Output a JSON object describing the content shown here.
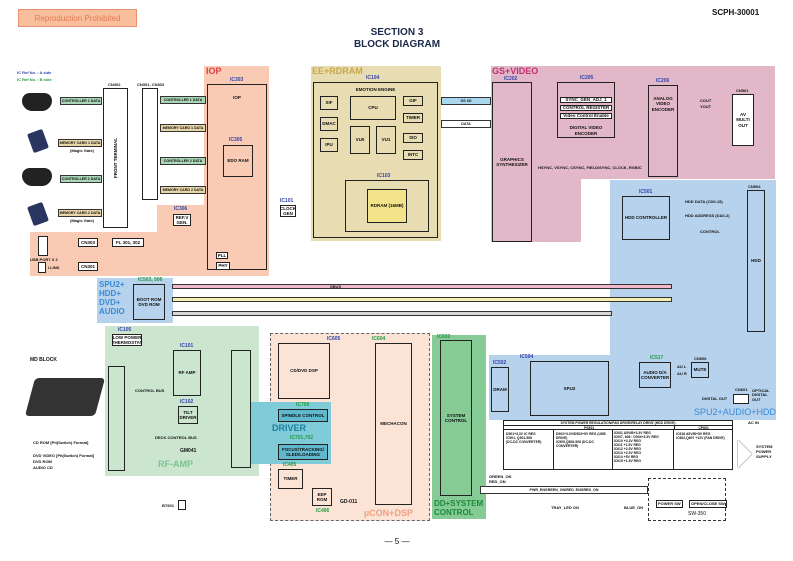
{
  "header": {
    "watermark": "Reproduction Prohibited",
    "model": "SCPH-30001",
    "section": "SECTION 3",
    "title": "BLOCK DIAGRAM",
    "ref_a": "IC Ref No. : A side",
    "ref_b": "IC Ref No. : B side",
    "page": "— 5 —"
  },
  "regions": {
    "iop": "IOP",
    "ee": "EE+RDRAM",
    "gs": "GS+VIDEO",
    "spu_hdd": "SPU2+AUDIO+HDD",
    "spu_dvd": [
      "SPU2+",
      "HDD+",
      "DVD+",
      "AUDIO"
    ],
    "rf": "RF-AMP",
    "ucon": "µCON+DSP",
    "dd": [
      "DD+SYSTEM",
      "CONTROL"
    ],
    "driver": "DRIVER",
    "md_block": "MD BLOCK"
  },
  "front": {
    "terminal": "FRONT TERMINAL",
    "cn_left": "CN302",
    "cn_right": "CN301, CN303",
    "ctrl1": "CONTROLLER 1 DATA",
    "mc1": "MEMORY CARD 1 DATA",
    "ctrl2": "CONTROLLER 2 DATA",
    "mc2": "MEMORY CARD 2 DATA",
    "magic": "(Magic Gate)",
    "usb": "USB PORT X 2",
    "ilink": "i.LINK",
    "cn303": "CN303",
    "cn301": "CN301",
    "fl": "FL 301, 302",
    "pll": "PLL",
    "phy": "PHY"
  },
  "blocks": {
    "ic303": {
      "ref": "IC303",
      "name": "IOP"
    },
    "ic305": {
      "ref": "IC305",
      "name": "EDO RAM"
    },
    "ic306": {
      "ref": "IC306",
      "name": "REF.V GEN."
    },
    "ic104": {
      "ref": "IC104",
      "name": "EMOTION ENGINE",
      "units": [
        "SIF",
        "CPU",
        "GIF",
        "DMAC",
        "TIMER",
        "IPU",
        "VU0",
        "VU1",
        "SIO",
        "INTC"
      ]
    },
    "ic103": {
      "ref": "IC103",
      "name": "RDRAM (16MB)"
    },
    "ic101c": {
      "ref": "IC101",
      "name": "CLOCK GEN"
    },
    "ic202": {
      "ref": "IC202",
      "name": "GRAPHICS SYNTHESIZER"
    },
    "ic205": {
      "ref": "IC205",
      "name": "DIGITAL VIDEO ENCODER",
      "sub": [
        "SYNC_GEN_ADJ_1",
        "CONTROL REGISTER",
        "Video Control Enable"
      ]
    },
    "ic206": {
      "ref": "IC206",
      "name": "ANALOG VIDEO ENCODER"
    },
    "cn501": {
      "ref": "CN501",
      "name": "AV MULTI OUT"
    },
    "ic501": {
      "ref": "IC501",
      "name": "HDD CONTROLLER"
    },
    "cn504": {
      "ref": "CN504",
      "name": "HDD"
    },
    "ic503": {
      "ref": "IC503, 506",
      "name": "BOOT ROM DVD ROM"
    },
    "ic105": {
      "ref": "IC105",
      "name": "LOW POWER THERMOSTAT"
    },
    "ic101r": {
      "ref": "IC101",
      "name": "RF AMP"
    },
    "ic102": {
      "ref": "IC102",
      "name": "TILT DRIVER"
    },
    "gm041": {
      "name": "GM041"
    },
    "ic605": {
      "ref": "IC605",
      "name": "CD/DVD DSP"
    },
    "ic604": {
      "ref": "IC604",
      "name": "MECHACON"
    },
    "ic700": {
      "ref": "IC700",
      "name": "SPINDLE CONTROL"
    },
    "ic701": {
      "ref": "IC701,702",
      "name": "FOCUS/TRACKING/ SLED/LOADING"
    },
    "ic405": {
      "ref": "IC405",
      "name": "TIMER"
    },
    "ic406": {
      "ref": "IC406",
      "name": "EEP ROM"
    },
    "gd011": {
      "name": "GD-011"
    },
    "ic602": {
      "ref": "IC602",
      "name": "SYSTEM CONTROL"
    },
    "ic502": {
      "ref": "IC502",
      "name": "DRAM"
    },
    "ic504": {
      "ref": "IC504",
      "name": "SPU2"
    },
    "ic517": {
      "ref": "IC517",
      "name": "AUDIO D/A CONVERTER"
    },
    "mute": {
      "ref": "CN506",
      "name": "MUTE"
    },
    "cn601": {
      "ref": "CN601",
      "name": "OPTICAL DIGITAL OUT"
    }
  },
  "signals": {
    "gs_data": "GS I/O",
    "data": "DATA",
    "sbus": "SBUS",
    "hdd_data": "HDD DATA (CD0-15)",
    "hdd_addr": "HDD ADDRESS (DA0-2)",
    "control": "CONTROL",
    "digital_out": "DIGITAL OUT",
    "control_bus": "CONTROL BUS",
    "deck_bus": "DECK CONTROL BUS",
    "sync": "HSYNC, VSYNC, CSYNC, FIELD/SYNC, CLOCK, RGB/C",
    "cout": "COUT",
    "yout": "YOUT",
    "aul": "AU L",
    "aur": "AU R",
    "ac_in": "AC IN",
    "sys_power": "SYSTEM POWER SUPPLY",
    "pwr_line": "PWR_ENGREEN_ON/RED_ENGRED_ON",
    "tray": "TRAY_LED ON",
    "blue": "BLUE_ON",
    "green": "GREEN_ON",
    "red": "RED_ON",
    "battery": "BT601",
    "md_formats": [
      "CD ROM [Pit(Switch) Format]",
      "DVD VIDEO [Pit(Switch) Format]",
      "DVD ROM",
      "AUDIO CD"
    ]
  },
  "power": {
    "title": "SYSTEM POWER REGULATION/FAN DRIVE/RELAY DRIVE (HDD DRIVE)",
    "left_hdr": "PS501",
    "right_hdr": "CP601",
    "cells": [
      "D501+3.3V IC REG",
      "IC501, Q501-508",
      "(DC-DC CONVERTER)",
      "D502+3.3V/D503+5V REG (USB DRIVE)",
      "IC505,Q506-508 (DC-DC CONVERTER)",
      "IC601 A5V/B+3.3V REG",
      "IC607, 608 : D504+3.3V REG",
      "IC610 +3.3V REG",
      "IC611 +1.5V REG",
      "IC612 +2.5V REG",
      "IC613 +2.5V REG",
      "IC614 +5V REG",
      "IC615 +1.8V REG",
      "IC616 A5V/B+5V REG",
      "IC602,Q607 +12V (FAN DRIVE)"
    ]
  },
  "switch": {
    "name": "SW-350",
    "power": "POWER SW",
    "open": "OPEN/CLOSE SW"
  },
  "colors": {
    "iop": "#f9cbb4",
    "ee": "#e8dcb2",
    "gs": "#e2b8c9",
    "hdd": "#b7d2ec",
    "rf": "#cbe5cf",
    "dd": "#86ca96",
    "driver": "#7fcbd8",
    "watermark": "#f7b58c"
  }
}
